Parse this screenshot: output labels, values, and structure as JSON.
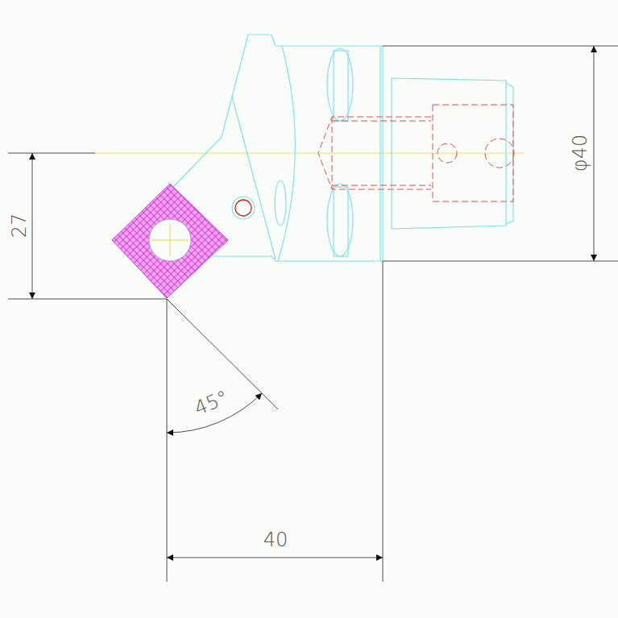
{
  "diagram": {
    "labels": [
      "27",
      "φ40",
      "45°",
      "40"
    ]
  }
}
